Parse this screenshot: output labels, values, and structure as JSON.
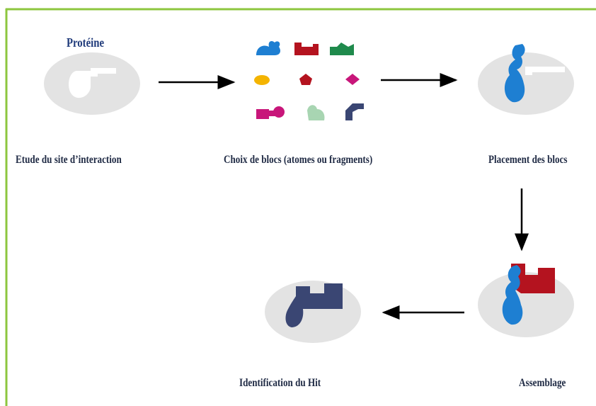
{
  "labels": {
    "protein": "Protéine",
    "step1": "Etude du site d’interaction",
    "step2": "Choix de blocs (atomes ou fragments)",
    "step3": "Placement des blocs",
    "step4": "Assemblage",
    "step5": "Identification  du Hit"
  },
  "colors": {
    "border": "#8dc63f",
    "protein": "#e3e3e3",
    "blue": "#1e7fd2",
    "red": "#b4131f",
    "green": "#1f8a4c",
    "yellow": "#f4b400",
    "magenta": "#c8167a",
    "light_green": "#a8d5b2",
    "navy": "#3a4673",
    "arrow": "#000000"
  }
}
